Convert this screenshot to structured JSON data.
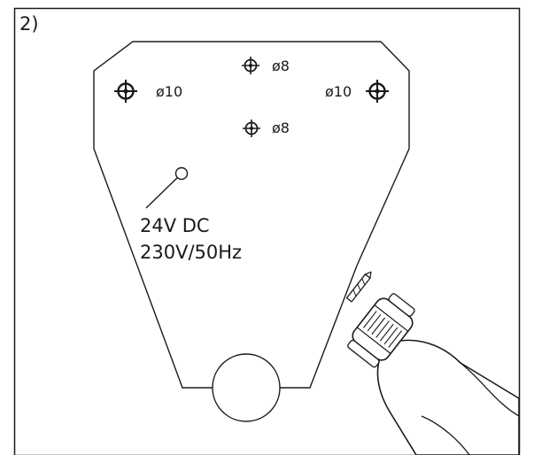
{
  "step_label": "2)",
  "holes": {
    "top_center": "ø8",
    "left": "ø10",
    "right": "ø10",
    "center": "ø8"
  },
  "voltage": {
    "line1": "24V DC",
    "line2": "230V/50Hz"
  },
  "colors": {
    "line": "#1a1a1a",
    "background": "#ffffff"
  },
  "icons": {
    "crosshair": "crosshair-hole-icon",
    "drill": "power-drill-icon"
  }
}
